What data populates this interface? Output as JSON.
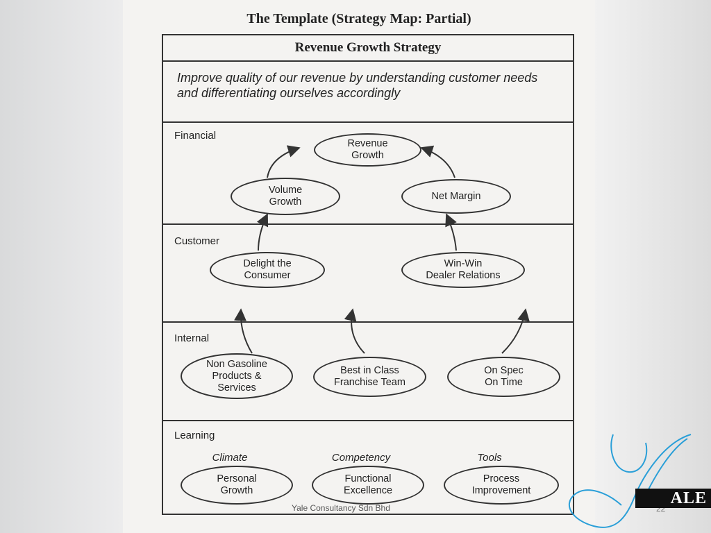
{
  "diagram": {
    "title": "The Template (Strategy Map: Partial)",
    "header": "Revenue Growth Strategy",
    "description": "Improve quality of our revenue by understanding customer needs and differentiating ourselves accordingly",
    "sections": {
      "financial": "Financial",
      "customer": "Customer",
      "internal": "Internal",
      "learning": "Learning"
    },
    "learning_categories": {
      "climate": "Climate",
      "competency": "Competency",
      "tools": "Tools"
    },
    "nodes": {
      "revenue_growth": [
        "Revenue",
        "Growth"
      ],
      "volume_growth": [
        "Volume",
        "Growth"
      ],
      "net_margin": [
        "Net Margin"
      ],
      "delight_consumer": [
        "Delight the",
        "Consumer"
      ],
      "win_win": [
        "Win-Win",
        "Dealer Relations"
      ],
      "non_gasoline": [
        "Non Gasoline",
        "Products &",
        "Services"
      ],
      "best_in_class": [
        "Best in Class",
        "Franchise Team"
      ],
      "on_spec": [
        "On Spec",
        "On Time"
      ],
      "personal_growth": [
        "Personal",
        "Growth"
      ],
      "functional_excellence": [
        "Functional",
        "Excellence"
      ],
      "process_improvement": [
        "Process",
        "Improvement"
      ]
    }
  },
  "footer": {
    "company": "Yale Consultancy Sdn Bhd",
    "page_number": "22"
  },
  "logo": {
    "text": "ALE",
    "accent_color": "#2a9fd8"
  }
}
